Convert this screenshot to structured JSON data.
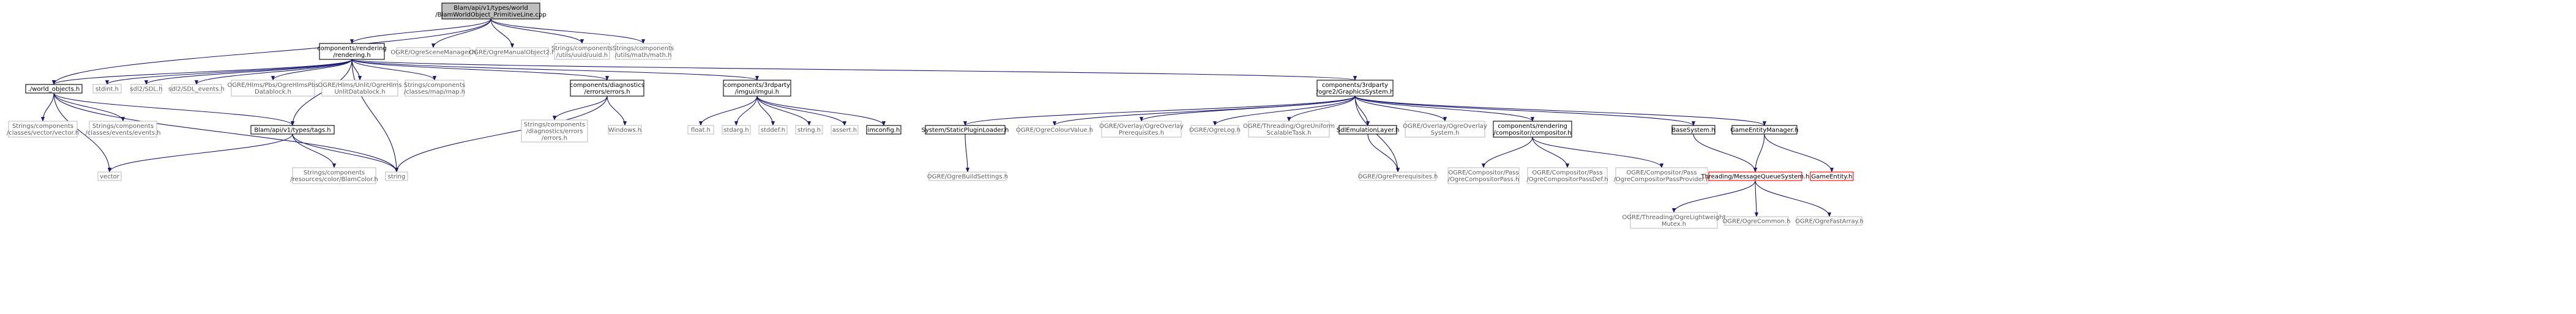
{
  "colors": {
    "edge": "#191970",
    "focus_fill": "#bfbfbf",
    "focus_stroke": "#000000",
    "documented_stroke": "#000000",
    "undocumented_stroke": "#bfbfbf",
    "missing_stroke": "#ff0000",
    "label_text": "#000000",
    "label_text_muted": "#606060"
  },
  "nodes": [
    {
      "id": "focus",
      "kind": "focus",
      "lines": [
        "Blam/api/v1/types/world",
        "/BlamWorldObject_PrimitiveLine.cpp"
      ]
    },
    {
      "id": "rendering",
      "kind": "doc",
      "lines": [
        "components/rendering",
        "/rendering.h"
      ]
    },
    {
      "id": "ogre_scene_manager",
      "kind": "undoc",
      "lines": [
        "OGRE/OgreSceneManager.h"
      ]
    },
    {
      "id": "ogre_manual_object2",
      "kind": "undoc",
      "lines": [
        "OGRE/OgreManualObject2.h"
      ]
    },
    {
      "id": "uuid",
      "kind": "undoc",
      "lines": [
        "Strings/components",
        "/utils/uuid/uuid.h"
      ]
    },
    {
      "id": "math",
      "kind": "undoc",
      "lines": [
        "Strings/components",
        "/utils/math/math.h"
      ]
    },
    {
      "id": "world_objects",
      "kind": "doc",
      "lines": [
        "./world_objects.h"
      ]
    },
    {
      "id": "stdint",
      "kind": "undoc",
      "lines": [
        "stdint.h"
      ]
    },
    {
      "id": "sdl",
      "kind": "undoc",
      "lines": [
        "sdl2/SDL.h"
      ]
    },
    {
      "id": "sdl_events",
      "kind": "undoc",
      "lines": [
        "sdl2/SDL_events.h"
      ]
    },
    {
      "id": "hlms_pbs",
      "kind": "undoc",
      "lines": [
        "OGRE/Hlms/Pbs/OgreHlmsPbs",
        "Datablock.h"
      ]
    },
    {
      "id": "hlms_unlit",
      "kind": "undoc",
      "lines": [
        "OGRE/Hlms/Unlit/OgreHlms",
        "UnlitDatablock.h"
      ]
    },
    {
      "id": "map",
      "kind": "undoc",
      "lines": [
        "Strings/components",
        "/classes/map/map.h"
      ]
    },
    {
      "id": "errors",
      "kind": "doc",
      "lines": [
        "components/diagnostics",
        "/errors/errors.h"
      ]
    },
    {
      "id": "imgui",
      "kind": "doc",
      "lines": [
        "components/3rdparty",
        "/imgui/imgui.h"
      ]
    },
    {
      "id": "graphics_system",
      "kind": "doc",
      "lines": [
        "components/3rdparty",
        "/ogre2/GraphicsSystem.h"
      ]
    },
    {
      "id": "vector_h",
      "kind": "undoc",
      "lines": [
        "Strings/components",
        "/classes/vector/vector.h"
      ]
    },
    {
      "id": "events",
      "kind": "undoc",
      "lines": [
        "Strings/components",
        "/classes/events/events.h"
      ]
    },
    {
      "id": "tags",
      "kind": "doc",
      "lines": [
        "Blam/api/v1/types/tags.h"
      ]
    },
    {
      "id": "errors_strings",
      "kind": "undoc",
      "lines": [
        "Strings/components",
        "/diagnostics/errors",
        "/errors.h"
      ]
    },
    {
      "id": "windows",
      "kind": "undoc",
      "lines": [
        "Windows.h"
      ]
    },
    {
      "id": "float",
      "kind": "undoc",
      "lines": [
        "float.h"
      ]
    },
    {
      "id": "stdarg",
      "kind": "undoc",
      "lines": [
        "stdarg.h"
      ]
    },
    {
      "id": "stddef",
      "kind": "undoc",
      "lines": [
        "stddef.h"
      ]
    },
    {
      "id": "string_h",
      "kind": "undoc",
      "lines": [
        "string.h"
      ]
    },
    {
      "id": "assert",
      "kind": "undoc",
      "lines": [
        "assert.h"
      ]
    },
    {
      "id": "imconfig",
      "kind": "doc",
      "lines": [
        "imconfig.h"
      ]
    },
    {
      "id": "static_plugin_loader",
      "kind": "doc",
      "lines": [
        "System/StaticPluginLoader.h"
      ]
    },
    {
      "id": "colour_value",
      "kind": "undoc",
      "lines": [
        "OGRE/OgreColourValue.h"
      ]
    },
    {
      "id": "overlay_prereq",
      "kind": "undoc",
      "lines": [
        "OGRE/Overlay/OgreOverlay",
        "Prerequisites.h"
      ]
    },
    {
      "id": "ogre_log",
      "kind": "undoc",
      "lines": [
        "OGRE/OgreLog.h"
      ]
    },
    {
      "id": "uniform_task",
      "kind": "undoc",
      "lines": [
        "OGRE/Threading/OgreUniform",
        "ScalableTask.h"
      ]
    },
    {
      "id": "sdl_emulation",
      "kind": "doc",
      "lines": [
        "SdlEmulationLayer.h"
      ]
    },
    {
      "id": "overlay_system",
      "kind": "undoc",
      "lines": [
        "OGRE/Overlay/OgreOverlay",
        "System.h"
      ]
    },
    {
      "id": "compositor",
      "kind": "doc",
      "lines": [
        "components/rendering",
        "/compositor/compositor.h"
      ]
    },
    {
      "id": "base_system",
      "kind": "doc",
      "lines": [
        "BaseSystem.h"
      ]
    },
    {
      "id": "game_entity_manager",
      "kind": "doc",
      "lines": [
        "GameEntityManager.h"
      ]
    },
    {
      "id": "vector",
      "kind": "undoc",
      "lines": [
        "vector"
      ]
    },
    {
      "id": "string",
      "kind": "undoc",
      "lines": [
        "string"
      ]
    },
    {
      "id": "blam_color",
      "kind": "undoc",
      "lines": [
        "Strings/components",
        "/resources/color/BlamColor.h"
      ]
    },
    {
      "id": "build_settings",
      "kind": "undoc",
      "lines": [
        "OGRE/OgreBuildSettings.h"
      ]
    },
    {
      "id": "ogre_prereq",
      "kind": "undoc",
      "lines": [
        "OGRE/OgrePrerequisites.h"
      ]
    },
    {
      "id": "comp_pass",
      "kind": "undoc",
      "lines": [
        "OGRE/Compositor/Pass",
        "/OgreCompositorPass.h"
      ]
    },
    {
      "id": "comp_pass_def",
      "kind": "undoc",
      "lines": [
        "OGRE/Compositor/Pass",
        "/OgreCompositorPassDef.h"
      ]
    },
    {
      "id": "comp_pass_provider",
      "kind": "undoc",
      "lines": [
        "OGRE/Compositor/Pass",
        "/OgreCompositorPassProvider.h"
      ]
    },
    {
      "id": "message_queue",
      "kind": "missing",
      "lines": [
        "Threading/MessageQueueSystem.h"
      ]
    },
    {
      "id": "game_entity",
      "kind": "missing",
      "lines": [
        "GameEntity.h"
      ]
    },
    {
      "id": "lightweight_mutex",
      "kind": "undoc",
      "lines": [
        "OGRE/Threading/OgreLightweight",
        "Mutex.h"
      ]
    },
    {
      "id": "ogre_common",
      "kind": "undoc",
      "lines": [
        "OGRE/OgreCommon.h"
      ]
    },
    {
      "id": "fast_array",
      "kind": "undoc",
      "lines": [
        "OGRE/OgreFastArray.h"
      ]
    }
  ],
  "edges": [
    {
      "from": "focus",
      "to": "rendering"
    },
    {
      "from": "focus",
      "to": "ogre_scene_manager"
    },
    {
      "from": "focus",
      "to": "ogre_manual_object2"
    },
    {
      "from": "focus",
      "to": "uuid"
    },
    {
      "from": "focus",
      "to": "math"
    },
    {
      "from": "focus",
      "to": "world_objects"
    },
    {
      "from": "rendering",
      "to": "world_objects"
    },
    {
      "from": "rendering",
      "to": "stdint"
    },
    {
      "from": "rendering",
      "to": "sdl"
    },
    {
      "from": "rendering",
      "to": "sdl_events"
    },
    {
      "from": "rendering",
      "to": "hlms_pbs"
    },
    {
      "from": "rendering",
      "to": "hlms_unlit"
    },
    {
      "from": "rendering",
      "to": "map"
    },
    {
      "from": "rendering",
      "to": "errors"
    },
    {
      "from": "rendering",
      "to": "imgui"
    },
    {
      "from": "rendering",
      "to": "graphics_system"
    },
    {
      "from": "rendering",
      "to": "tags"
    },
    {
      "from": "rendering",
      "to": "string"
    },
    {
      "from": "world_objects",
      "to": "vector_h"
    },
    {
      "from": "world_objects",
      "to": "events"
    },
    {
      "from": "world_objects",
      "to": "tags"
    },
    {
      "from": "world_objects",
      "to": "vector"
    },
    {
      "from": "world_objects",
      "to": "string"
    },
    {
      "from": "tags",
      "to": "vector"
    },
    {
      "from": "tags",
      "to": "string"
    },
    {
      "from": "tags",
      "to": "blam_color"
    },
    {
      "from": "errors",
      "to": "errors_strings"
    },
    {
      "from": "errors",
      "to": "windows"
    },
    {
      "from": "errors",
      "to": "string"
    },
    {
      "from": "imgui",
      "to": "float"
    },
    {
      "from": "imgui",
      "to": "stdarg"
    },
    {
      "from": "imgui",
      "to": "stddef"
    },
    {
      "from": "imgui",
      "to": "string_h"
    },
    {
      "from": "imgui",
      "to": "assert"
    },
    {
      "from": "imgui",
      "to": "imconfig"
    },
    {
      "from": "graphics_system",
      "to": "static_plugin_loader"
    },
    {
      "from": "graphics_system",
      "to": "colour_value"
    },
    {
      "from": "graphics_system",
      "to": "overlay_prereq"
    },
    {
      "from": "graphics_system",
      "to": "ogre_log"
    },
    {
      "from": "graphics_system",
      "to": "uniform_task"
    },
    {
      "from": "graphics_system",
      "to": "sdl_emulation"
    },
    {
      "from": "graphics_system",
      "to": "overlay_system"
    },
    {
      "from": "graphics_system",
      "to": "compositor"
    },
    {
      "from": "graphics_system",
      "to": "base_system"
    },
    {
      "from": "graphics_system",
      "to": "game_entity_manager"
    },
    {
      "from": "graphics_system",
      "to": "ogre_prereq"
    },
    {
      "from": "static_plugin_loader",
      "to": "build_settings"
    },
    {
      "from": "sdl_emulation",
      "to": "ogre_prereq"
    },
    {
      "from": "compositor",
      "to": "comp_pass"
    },
    {
      "from": "compositor",
      "to": "comp_pass_def"
    },
    {
      "from": "compositor",
      "to": "comp_pass_provider"
    },
    {
      "from": "base_system",
      "to": "message_queue"
    },
    {
      "from": "game_entity_manager",
      "to": "message_queue"
    },
    {
      "from": "game_entity_manager",
      "to": "game_entity"
    },
    {
      "from": "message_queue",
      "to": "lightweight_mutex"
    },
    {
      "from": "message_queue",
      "to": "ogre_common"
    },
    {
      "from": "message_queue",
      "to": "fast_array"
    }
  ]
}
